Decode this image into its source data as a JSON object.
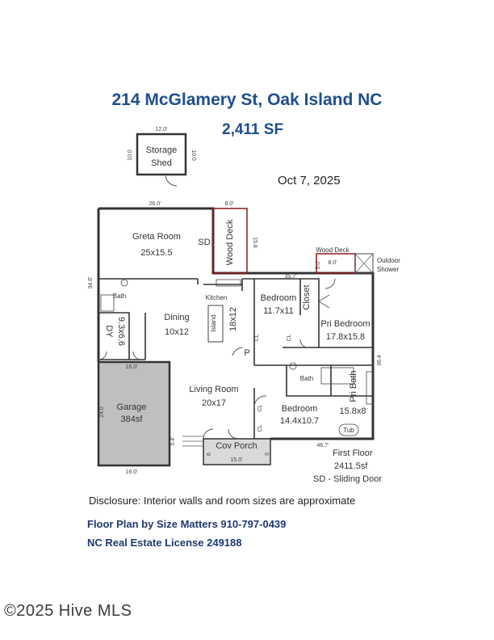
{
  "header": {
    "title": "214 McGlamery St, Oak Island NC",
    "area": "2,411 SF",
    "date": "Oct 7, 2025"
  },
  "plan": {
    "shed": {
      "name_line1": "Storage",
      "name_line2": "Shed",
      "dim_top": "12.0'",
      "dim_left": "10.0",
      "dim_right": "10.0"
    },
    "dims": {
      "top": "26.0'",
      "deck_top": "8.0'",
      "deck_side": "15.8",
      "deck_w": "5.0'",
      "right_top": "35.7'",
      "left_side": "34.6'",
      "right_side": "36.4",
      "garage_top": "16.0'",
      "garage_side": "24.0",
      "garage_bottom": "16.0'",
      "porch_bottom": "15.0'",
      "porch_l": "6",
      "porch_r": "6",
      "step": "5.4'",
      "bottom": "46.7'",
      "deck2": "8.0'"
    },
    "rooms": {
      "great_room": "Greta Room",
      "great_room_size": "25x15.5",
      "sd1": "SD",
      "wood_deck_vertical": "Wood Deck",
      "wood_deck_small": "Wood Deck",
      "outdoor_shower_line1": "Outdoor",
      "outdoor_shower_line2": "Shower",
      "bath1": "Bath",
      "kitchen": "Kitchen",
      "island": "Island",
      "kitchen_size": "18x12",
      "dining": "Dining",
      "dining_size": "10x12",
      "laundry": "DY",
      "laundry_size": "9.3x6.6",
      "bedroom1": "Bedroom",
      "bedroom1_size": "11.7x11",
      "closet": "Closet",
      "pri_bedroom": "Pri Bedroom",
      "pri_bedroom_size": "17.8x15.8",
      "pri_bath": "Pri Bath",
      "pri_bath_size": "15.8x8",
      "tub": "Tub",
      "bath2": "Bath",
      "bedroom2": "Bedroom",
      "bedroom2_size": "14.4x10.7",
      "living": "Living Room",
      "living_size": "20x17",
      "garage": "Garage",
      "garage_size": "384sf",
      "cov_porch": "Cov Porch",
      "pantry": "P",
      "cl1": "CL",
      "cl2": "CL",
      "cl3": "CL",
      "cl4": "CL"
    },
    "legend": {
      "floor": "First Floor",
      "floor_area": "2411.5sf",
      "sd_note": "SD - Sliding Door"
    }
  },
  "footer": {
    "disclosure": "Disclosure: Interior walls and room sizes are approximate",
    "floorplan_by": "Floor Plan by Size Matters 910-797-0439",
    "license": "NC Real Estate License 249188",
    "watermark": "©2025 Hive MLS"
  }
}
